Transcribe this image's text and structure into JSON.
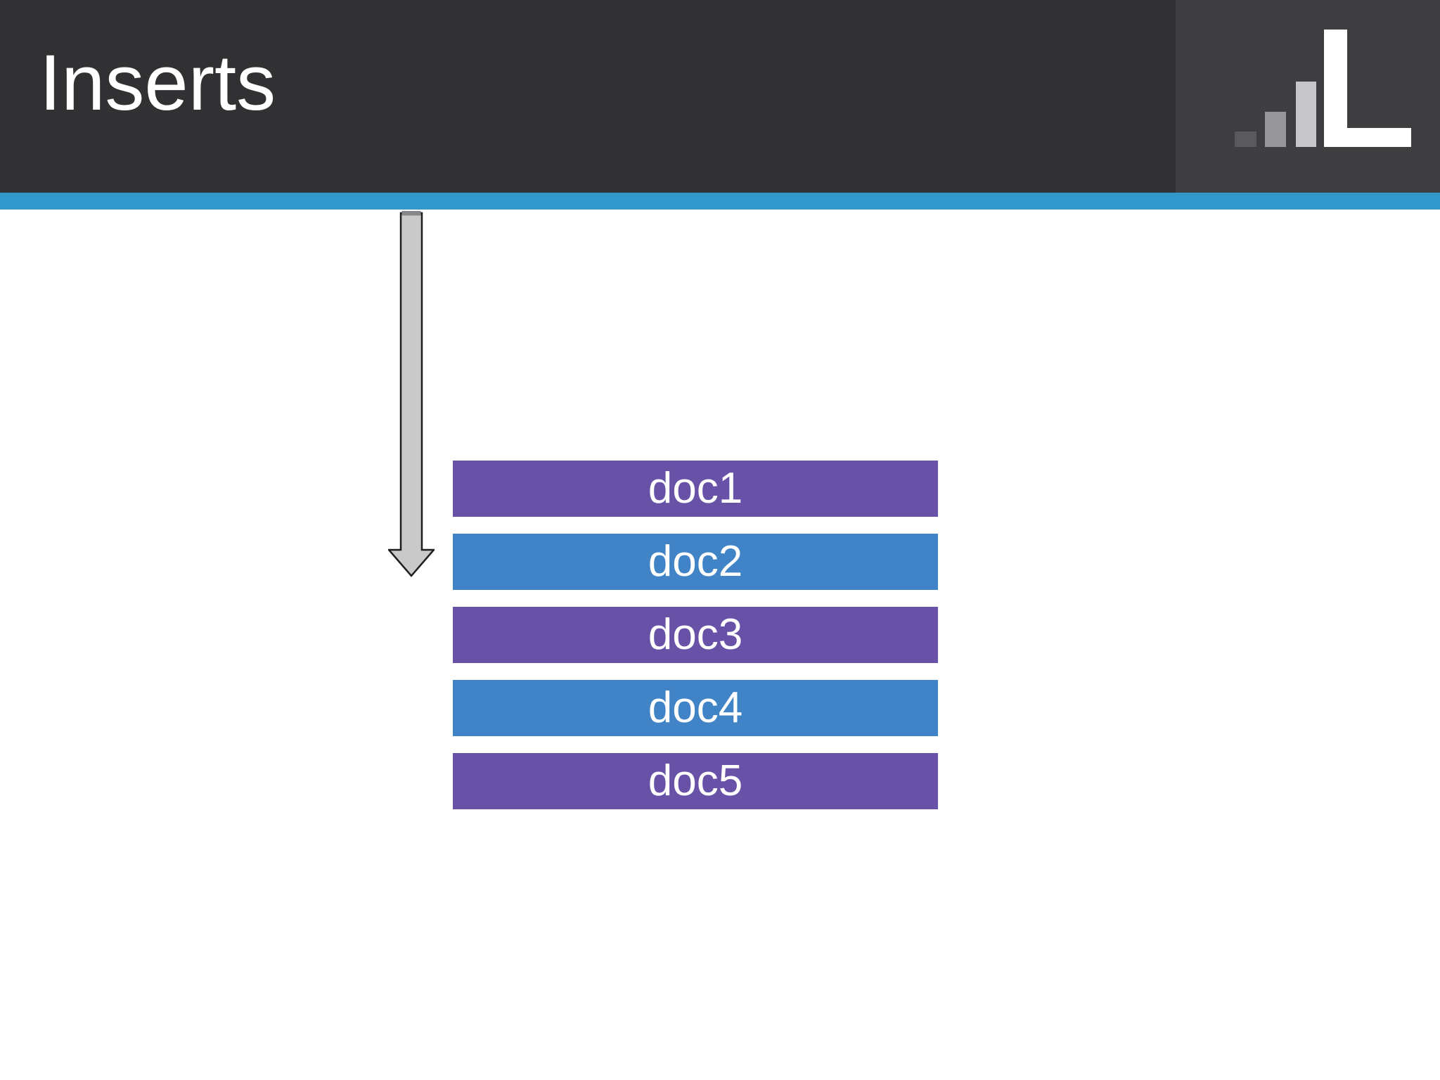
{
  "header": {
    "title": "Inserts",
    "background_color": "#313133",
    "logo_panel_color": "#3e3d40",
    "accent_stripe_color": "#3398cb",
    "logo": {
      "name": "bar-chart-with-L-logo",
      "bar_colors": [
        "#5a595b",
        "#97969a",
        "#c7c6ca"
      ],
      "letter": "L",
      "letter_color": "#ffffff"
    }
  },
  "diagram": {
    "arrow": {
      "direction": "down",
      "fill_color": "#c9c9c9",
      "outline_color": "#1e1e1e",
      "cap_color": "#85858a"
    },
    "label_color": "#ffffff",
    "docs": [
      {
        "label": "doc1",
        "color": "#6752a8"
      },
      {
        "label": "doc2",
        "color": "#4084c7"
      },
      {
        "label": "doc3",
        "color": "#6752a8"
      },
      {
        "label": "doc4",
        "color": "#4084c7"
      },
      {
        "label": "doc5",
        "color": "#6752a8"
      }
    ]
  }
}
